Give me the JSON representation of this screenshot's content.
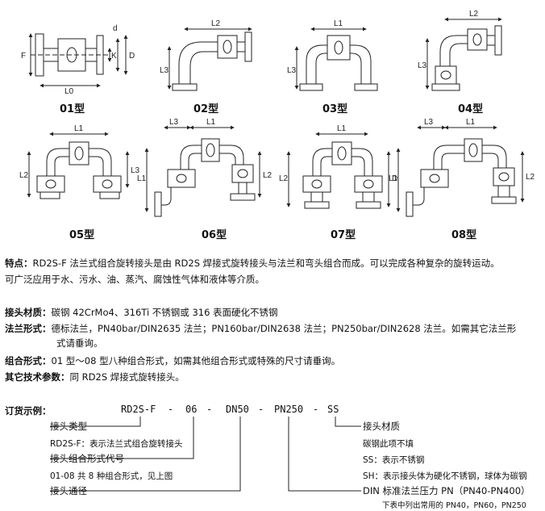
{
  "figures": {
    "captions": [
      "01型",
      "02型",
      "03型",
      "04型",
      "05型",
      "06型",
      "07型",
      "08型"
    ],
    "dim_labels": {
      "F": "F",
      "d": "d",
      "K": "K",
      "D": "D",
      "L0": "L0",
      "L1": "L1",
      "L2": "L2",
      "L3": "L3"
    }
  },
  "features": {
    "label": "特点：",
    "line1": "RD2S-F 法兰式组合旋转接头是由 RD2S 焊接式旋转接头与法兰和弯头组合而成。可以完成各种复杂的旋转运动。",
    "line2": "可广泛应用于水、污水、油、蒸汽、腐蚀性气体和液体等介质。"
  },
  "material": {
    "label": "接头材质：",
    "text": "碳钢 42CrMo4、316Ti 不锈钢或 316 表面硬化不锈钢"
  },
  "flange": {
    "label": "法兰形式：",
    "line1": "德标法兰，PN40bar/DIN2635 法兰；PN160bar/DIN2638 法兰；PN250bar/DIN2628 法兰。如需其它法兰形",
    "line2": "式请垂询。"
  },
  "combo": {
    "label": "组合形式：",
    "text": "01 型～08 型八种组合形式，如需其他组合形式或特殊的尺寸请垂询。"
  },
  "other": {
    "label": "其它技术参数：",
    "text": "同 RD2S 焊接式旋转接头。"
  },
  "order": {
    "label": "订货示例：",
    "code": [
      "RD2S-F",
      "-",
      "06",
      "-",
      "DN50",
      "-",
      "PN250",
      "-",
      "SS"
    ],
    "left": [
      "接头类型",
      "RD2S-F：表示法兰式组合旋转接头",
      "接头组合形式代号",
      "01-08 共 8 种组合形式，见上图",
      "接头通径"
    ],
    "right": [
      "接头材质",
      "碳钢此项不填",
      "SS：表示不锈钢",
      "SH：表示接头体为硬化不锈钢，球体为碳钢",
      "DIN 标准法兰压力 PN（PN40-PN400）",
      "下表中列出常用的 PN40，PN60，PN250"
    ]
  }
}
